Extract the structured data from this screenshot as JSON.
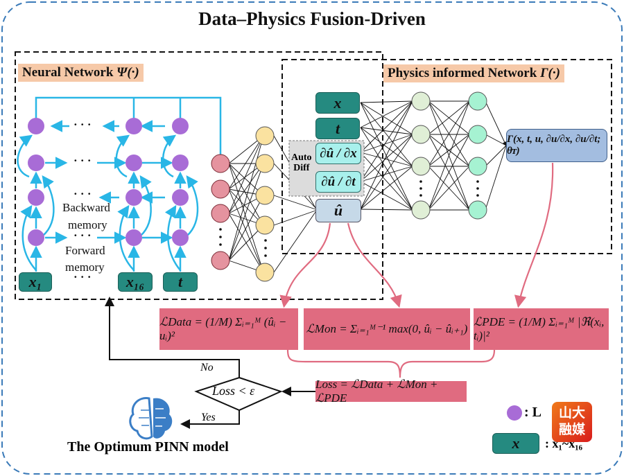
{
  "title": "Data–Physics Fusion-Driven",
  "neural_network": {
    "label": "Neural Network",
    "symbol": "Ψ(·)",
    "inputs": [
      "x₁",
      "x₁₆",
      "t"
    ],
    "ellipsis": "· · ·",
    "backward_label_1": "Backward",
    "backward_label_2": "memory",
    "forward_label_1": "Forward",
    "forward_label_2": "memory"
  },
  "physics_network": {
    "label": "Physics informed Network",
    "symbol": "Γ(·)",
    "inputs": [
      "x",
      "t"
    ],
    "autodiff_label_1": "Auto",
    "autodiff_label_2": "Diff",
    "derivatives": [
      "∂û / ∂x",
      "∂û / ∂t"
    ],
    "output": "û",
    "gamma_expression": "Γ(x, t, u, ∂u/∂x, ∂u/∂t; θᴛ)"
  },
  "losses": {
    "data": "ℒData = (1/M) Σᵢ₌₁ᴹ (ûᵢ − uᵢ)²",
    "mon": "ℒMon = Σᵢ₌₁ᴹ⁻¹ max(0, ûᵢ − ûᵢ₊₁)",
    "pde": "ℒPDE = (1/M) Σᵢ₌₁ᴹ |ℜ(xᵢ, tᵢ)|²",
    "total": "Loss = ℒData + ℒMon + ℒPDE"
  },
  "decision": {
    "condition": "Loss < ε",
    "no": "No",
    "yes": "Yes"
  },
  "result_label": "The Optimum PINN model",
  "legend": {
    "circle_label": ": L",
    "box_symbol": "x",
    "box_label": ": x₁~x₁₆"
  },
  "watermark": {
    "line1": "山大",
    "line2": "融媒"
  },
  "colors": {
    "lstm_node": "#a86cd6",
    "lstm_arrow": "#29b6e6",
    "input_box": "#258a80",
    "loss_box": "#e06b80",
    "outer_border": "#3a7ab8"
  }
}
